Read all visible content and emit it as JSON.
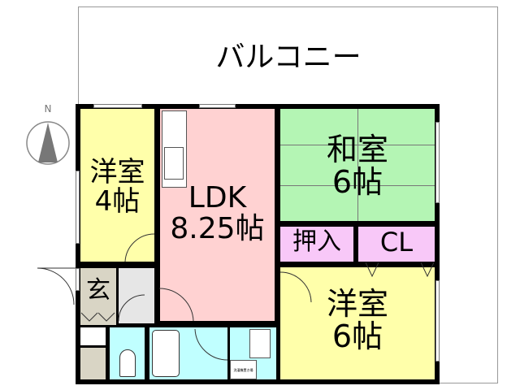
{
  "balcony": {
    "label": "バルコニー"
  },
  "compass": {
    "label": "N"
  },
  "rooms": {
    "western4": {
      "name": "洋室",
      "size": "4帖",
      "color": "#ffffaa"
    },
    "ldk": {
      "name": "LDK",
      "size": "8.25帖",
      "color": "#ffd2d2"
    },
    "japanese": {
      "name": "和室",
      "size": "6帖",
      "color": "#b4f5b4"
    },
    "closet_oshiire": {
      "name": "押入",
      "color": "#f8c8f8"
    },
    "closet_cl": {
      "name": "CL",
      "color": "#f8c8f8"
    },
    "western6": {
      "name": "洋室",
      "size": "6帖",
      "color": "#ffffaa"
    },
    "entrance": {
      "name": "玄",
      "color": "#d9d5c5"
    },
    "washer": {
      "name": "洗濯機置き場"
    },
    "wet_color": "#c0ffff"
  }
}
